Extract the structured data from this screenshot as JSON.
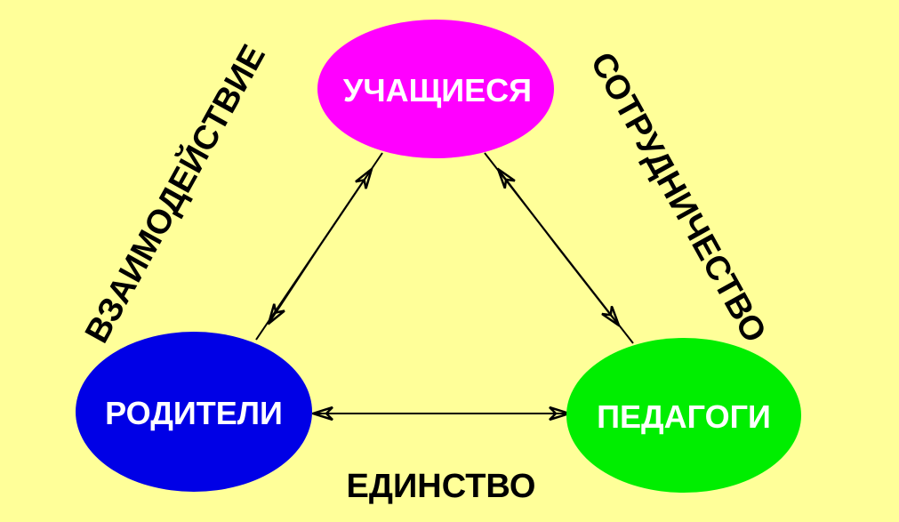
{
  "background_color": "#ffff99",
  "nodes": {
    "students": {
      "label": "УЧАЩИЕСЯ",
      "color": "#ff00ff"
    },
    "parents": {
      "label": "РОДИТЕЛИ",
      "color": "#0000e6"
    },
    "teachers": {
      "label": "ПЕДАГОГИ",
      "color": "#00ee00"
    }
  },
  "edges": {
    "left": {
      "label": "ВЗАИМОДЕЙСТВИЕ",
      "from": "parents",
      "to": "students",
      "direction": "both"
    },
    "right": {
      "label": "СОТРУДНИЧЕСТВО",
      "from": "students",
      "to": "teachers",
      "direction": "both"
    },
    "bottom": {
      "label": "ЕДИНСТВО",
      "from": "parents",
      "to": "teachers",
      "direction": "both"
    }
  }
}
